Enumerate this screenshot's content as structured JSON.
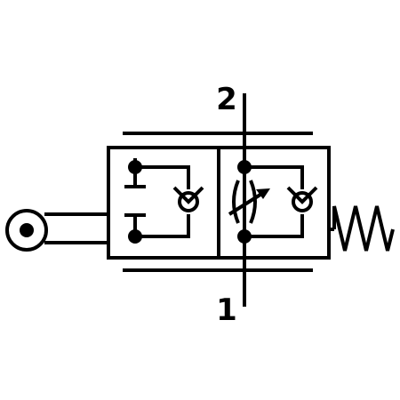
{
  "ports": {
    "top_label": "2",
    "bottom_label": "1"
  },
  "colors": {
    "stroke": "#000000",
    "fill": "#ffffff",
    "background": "#ffffff"
  },
  "components": {
    "actuator": "roller-lever-icon",
    "return": "spring-icon",
    "left_position": "shut-off-with-check-valve",
    "right_position": "adjustable-throttle-with-check-valve"
  }
}
